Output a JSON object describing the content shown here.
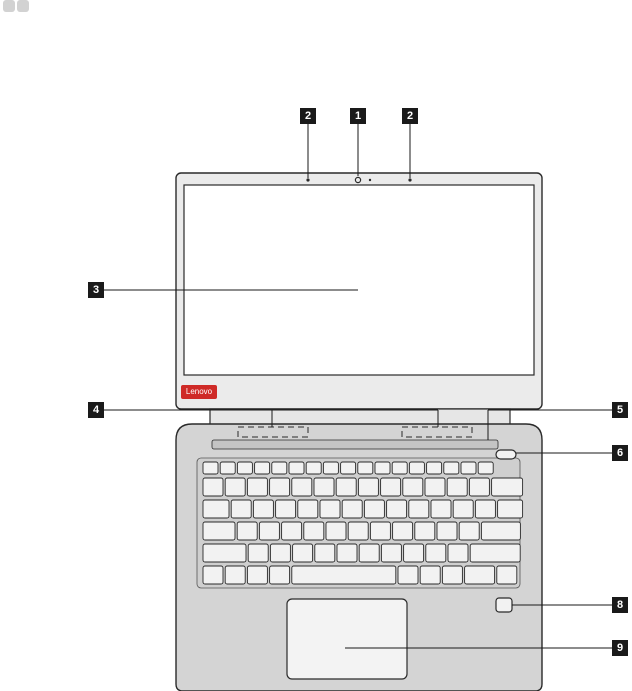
{
  "brand": {
    "logo_text": "Lenovo"
  },
  "callouts": {
    "webcam": "1",
    "mic_left": "2",
    "mic_right": "2",
    "display": "3",
    "antennas": "4",
    "air_vents": "5",
    "power_button": "6",
    "fingerprint_reader": "8",
    "touchpad": "9"
  },
  "colors": {
    "bezel": "#ebebeb",
    "outline": "#2a2a2a",
    "base": "#d4d4d4",
    "keyboard_well": "#cfcfcf",
    "key": "#f2f2f2",
    "touchpad": "#f3f3f3",
    "callout_fill": "#1a1a1a",
    "logo": "#cf2a27",
    "header_icon": "#d2d2d2"
  }
}
